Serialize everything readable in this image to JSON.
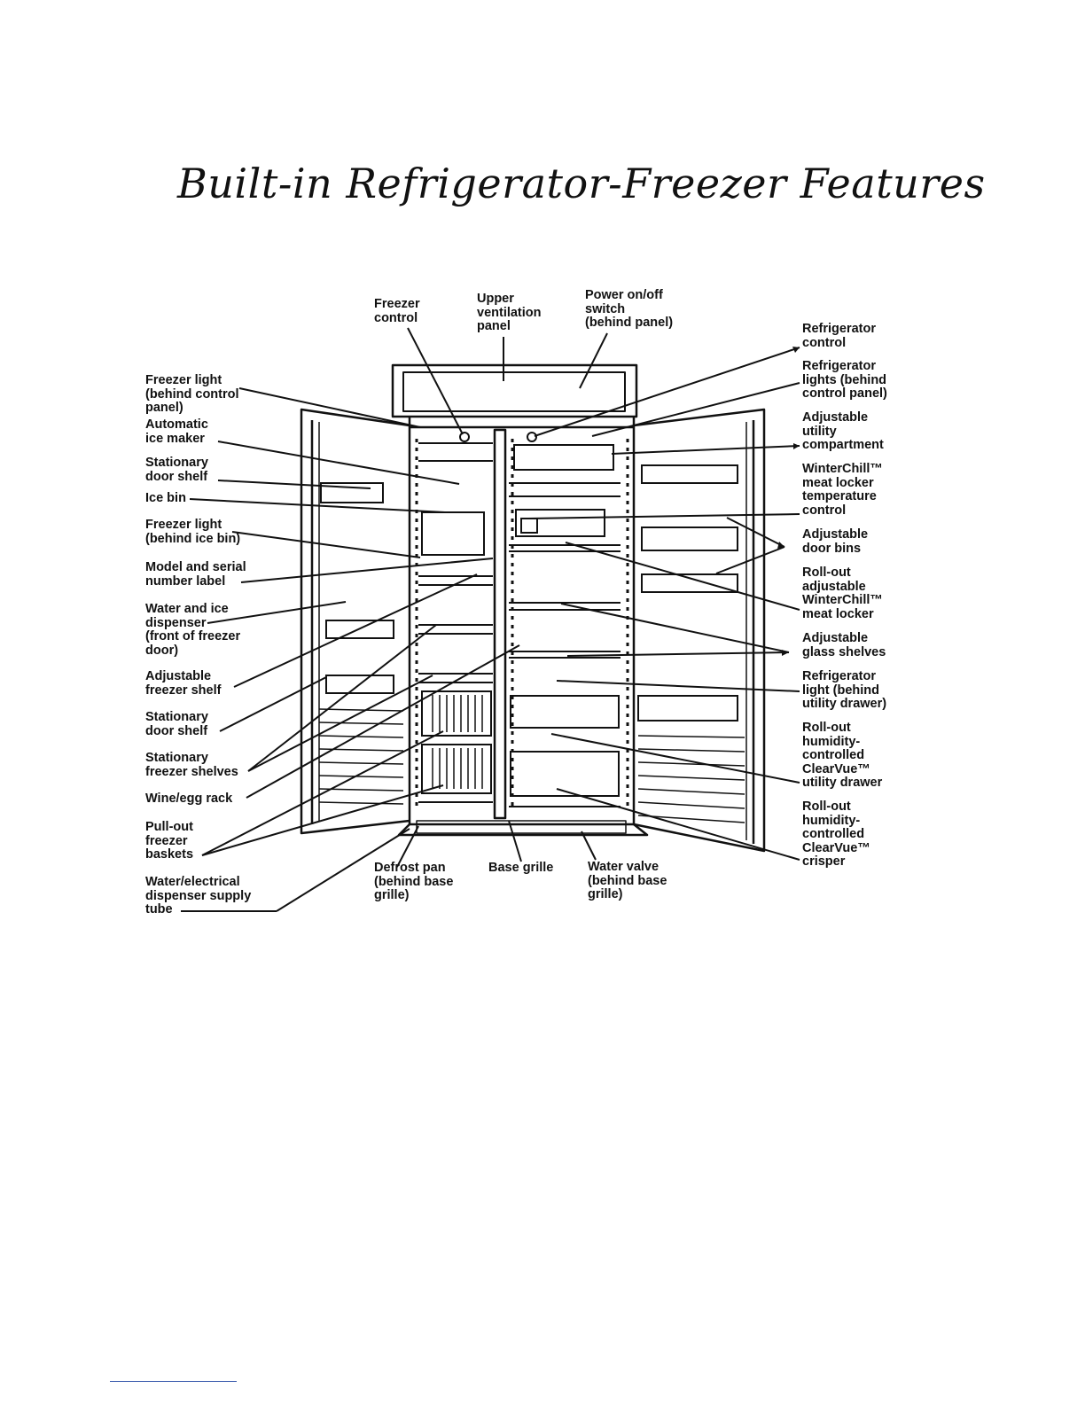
{
  "title": "Built-in Refrigerator-Freezer Features",
  "labels": {
    "freezer_control": "Freezer\ncontrol",
    "upper_vent": "Upper\nventilation\npanel",
    "power_switch": "Power on/off\nswitch\n(behind panel)",
    "refrigerator_control": "Refrigerator\ncontrol",
    "refrigerator_lights": "Refrigerator\nlights (behind\ncontrol panel)",
    "adjustable_utility": "Adjustable\nutility\ncompartment",
    "winterchill_control": "WinterChill™\nmeat locker\ntemperature\ncontrol",
    "adjustable_door_bins": "Adjustable\ndoor bins",
    "rollout_meat_locker": "Roll-out\nadjustable\nWinterChill™\nmeat locker",
    "adjustable_glass": "Adjustable\nglass shelves",
    "refrigerator_light": "Refrigerator\nlight (behind\nutility drawer)",
    "rollout_utility_drawer": "Roll-out\nhumidity-\ncontrolled\nClearVue™\nutility drawer",
    "rollout_crisper": "Roll-out\nhumidity-\ncontrolled\nClearVue™\ncrisper",
    "freezer_light_panel": "Freezer light\n(behind control\npanel)",
    "automatic_ice_maker": "Automatic\nice maker",
    "stationary_door_shelf_1": "Stationary\ndoor shelf",
    "ice_bin": "Ice bin",
    "freezer_light_bin": "Freezer light\n(behind ice bin)",
    "model_serial": "Model and serial\nnumber label",
    "water_ice_dispenser": "Water and ice\ndispenser\n(front of freezer\ndoor)",
    "adjustable_freezer_shelf": "Adjustable\nfreezer shelf",
    "stationary_door_shelf_2": "Stationary\ndoor shelf",
    "stationary_freezer_shelves": "Stationary\nfreezer shelves",
    "wine_egg_rack": "Wine/egg rack",
    "pullout_baskets": "Pull-out\nfreezer\nbaskets",
    "water_electrical": "Water/electrical\ndispenser supply\ntube",
    "defrost_pan": "Defrost pan\n(behind base\ngrille)",
    "base_grille": "Base grille",
    "water_valve": "Water valve\n(behind base\ngrille)"
  }
}
